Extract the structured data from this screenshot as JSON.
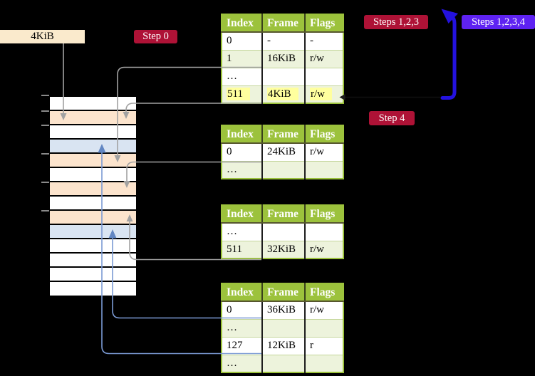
{
  "labels": {
    "page_size": "4KiB",
    "step0": "Step 0",
    "steps123": "Steps 1,2,3",
    "steps1234": "Steps 1,2,3,4",
    "step4": "Step 4"
  },
  "memory_column": {
    "rows": [
      "white",
      "peach",
      "white",
      "blue",
      "peach",
      "white",
      "peach",
      "white",
      "peach",
      "blue",
      "white",
      "white",
      "white",
      "white"
    ],
    "tick_y": [
      133,
      155,
      175,
      215,
      255,
      295
    ]
  },
  "tables": [
    {
      "headers": [
        "Index",
        "Frame",
        "Flags"
      ],
      "rows": [
        {
          "cells": [
            "0",
            "-",
            "-"
          ],
          "highlight": false
        },
        {
          "cells": [
            "1",
            "16KiB",
            "r/w"
          ],
          "highlight": false
        },
        {
          "cells": [
            "…",
            "",
            ""
          ],
          "highlight": false
        },
        {
          "cells": [
            "511",
            "4KiB",
            "r/w"
          ],
          "highlight": true
        }
      ]
    },
    {
      "headers": [
        "Index",
        "Frame",
        "Flags"
      ],
      "rows": [
        {
          "cells": [
            "0",
            "24KiB",
            "r/w"
          ],
          "highlight": false
        },
        {
          "cells": [
            "…",
            "",
            ""
          ],
          "highlight": false
        }
      ]
    },
    {
      "headers": [
        "Index",
        "Frame",
        "Flags"
      ],
      "rows": [
        {
          "cells": [
            "…",
            "",
            ""
          ],
          "highlight": false
        },
        {
          "cells": [
            "511",
            "32KiB",
            "r/w"
          ],
          "highlight": false
        }
      ]
    },
    {
      "headers": [
        "Index",
        "Frame",
        "Flags"
      ],
      "rows": [
        {
          "cells": [
            "0",
            "36KiB",
            "r/w"
          ],
          "highlight": false
        },
        {
          "cells": [
            "…",
            "",
            ""
          ],
          "highlight": false
        },
        {
          "cells": [
            "127",
            "12KiB",
            "r"
          ],
          "highlight": false
        },
        {
          "cells": [
            "…",
            "",
            ""
          ],
          "highlight": false
        }
      ]
    }
  ],
  "colors": {
    "background": "#000000",
    "table_header_green": "#9cc23c",
    "table_row_green": "#edf3dc",
    "highlight_yellow": "#ffff9e",
    "frame_peach": "#fce4cd",
    "frame_blue": "#d9e4f2",
    "label_cream": "#faeacc",
    "badge_crimson": "#ae1236",
    "badge_violet": "#5e22f2",
    "arrow_gray": "#a2a2a2",
    "arrow_light_blue": "#7b9ad4",
    "arrow_thick_blue": "#2412df"
  }
}
